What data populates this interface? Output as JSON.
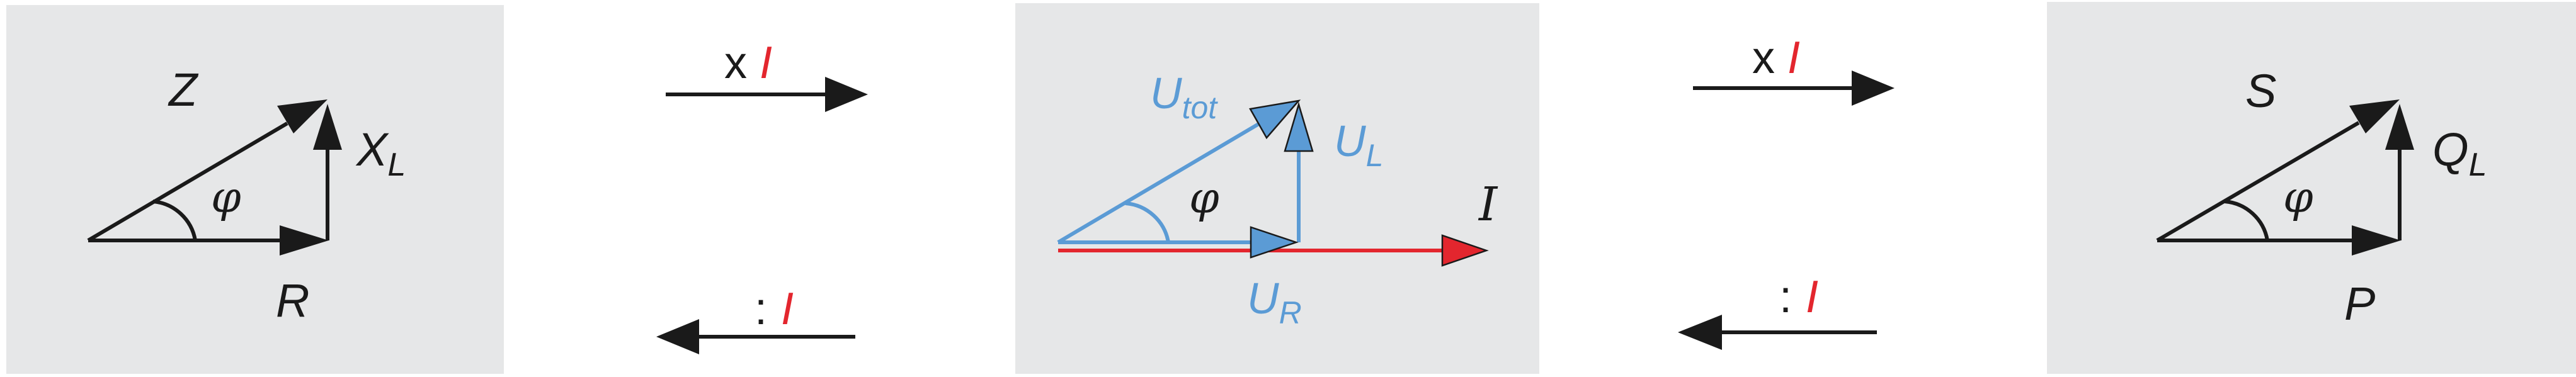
{
  "colors": {
    "panel": "#e6e7e8",
    "black": "#1a1a1a",
    "blue": "#5b9bd5",
    "red": "#e3262e"
  },
  "impedance": {
    "hyp_label": "Z",
    "base_label": "R",
    "vert_main": "X",
    "vert_sub": "L",
    "angle_label": "φ"
  },
  "voltage": {
    "tot_main": "U",
    "tot_sub": "tot",
    "l_main": "U",
    "l_sub": "L",
    "r_main": "U",
    "r_sub": "R",
    "current_label": "I",
    "angle_label": "φ"
  },
  "power": {
    "hyp_label": "S",
    "base_label": "P",
    "vert_main": "Q",
    "vert_sub": "L",
    "angle_label": "φ"
  },
  "ops": {
    "left_top_op": "x",
    "left_top_var": "I",
    "left_bottom_op": ":",
    "left_bottom_var": "I",
    "right_top_op": "x",
    "right_top_var": "I",
    "right_bottom_op": ":",
    "right_bottom_var": "I"
  }
}
